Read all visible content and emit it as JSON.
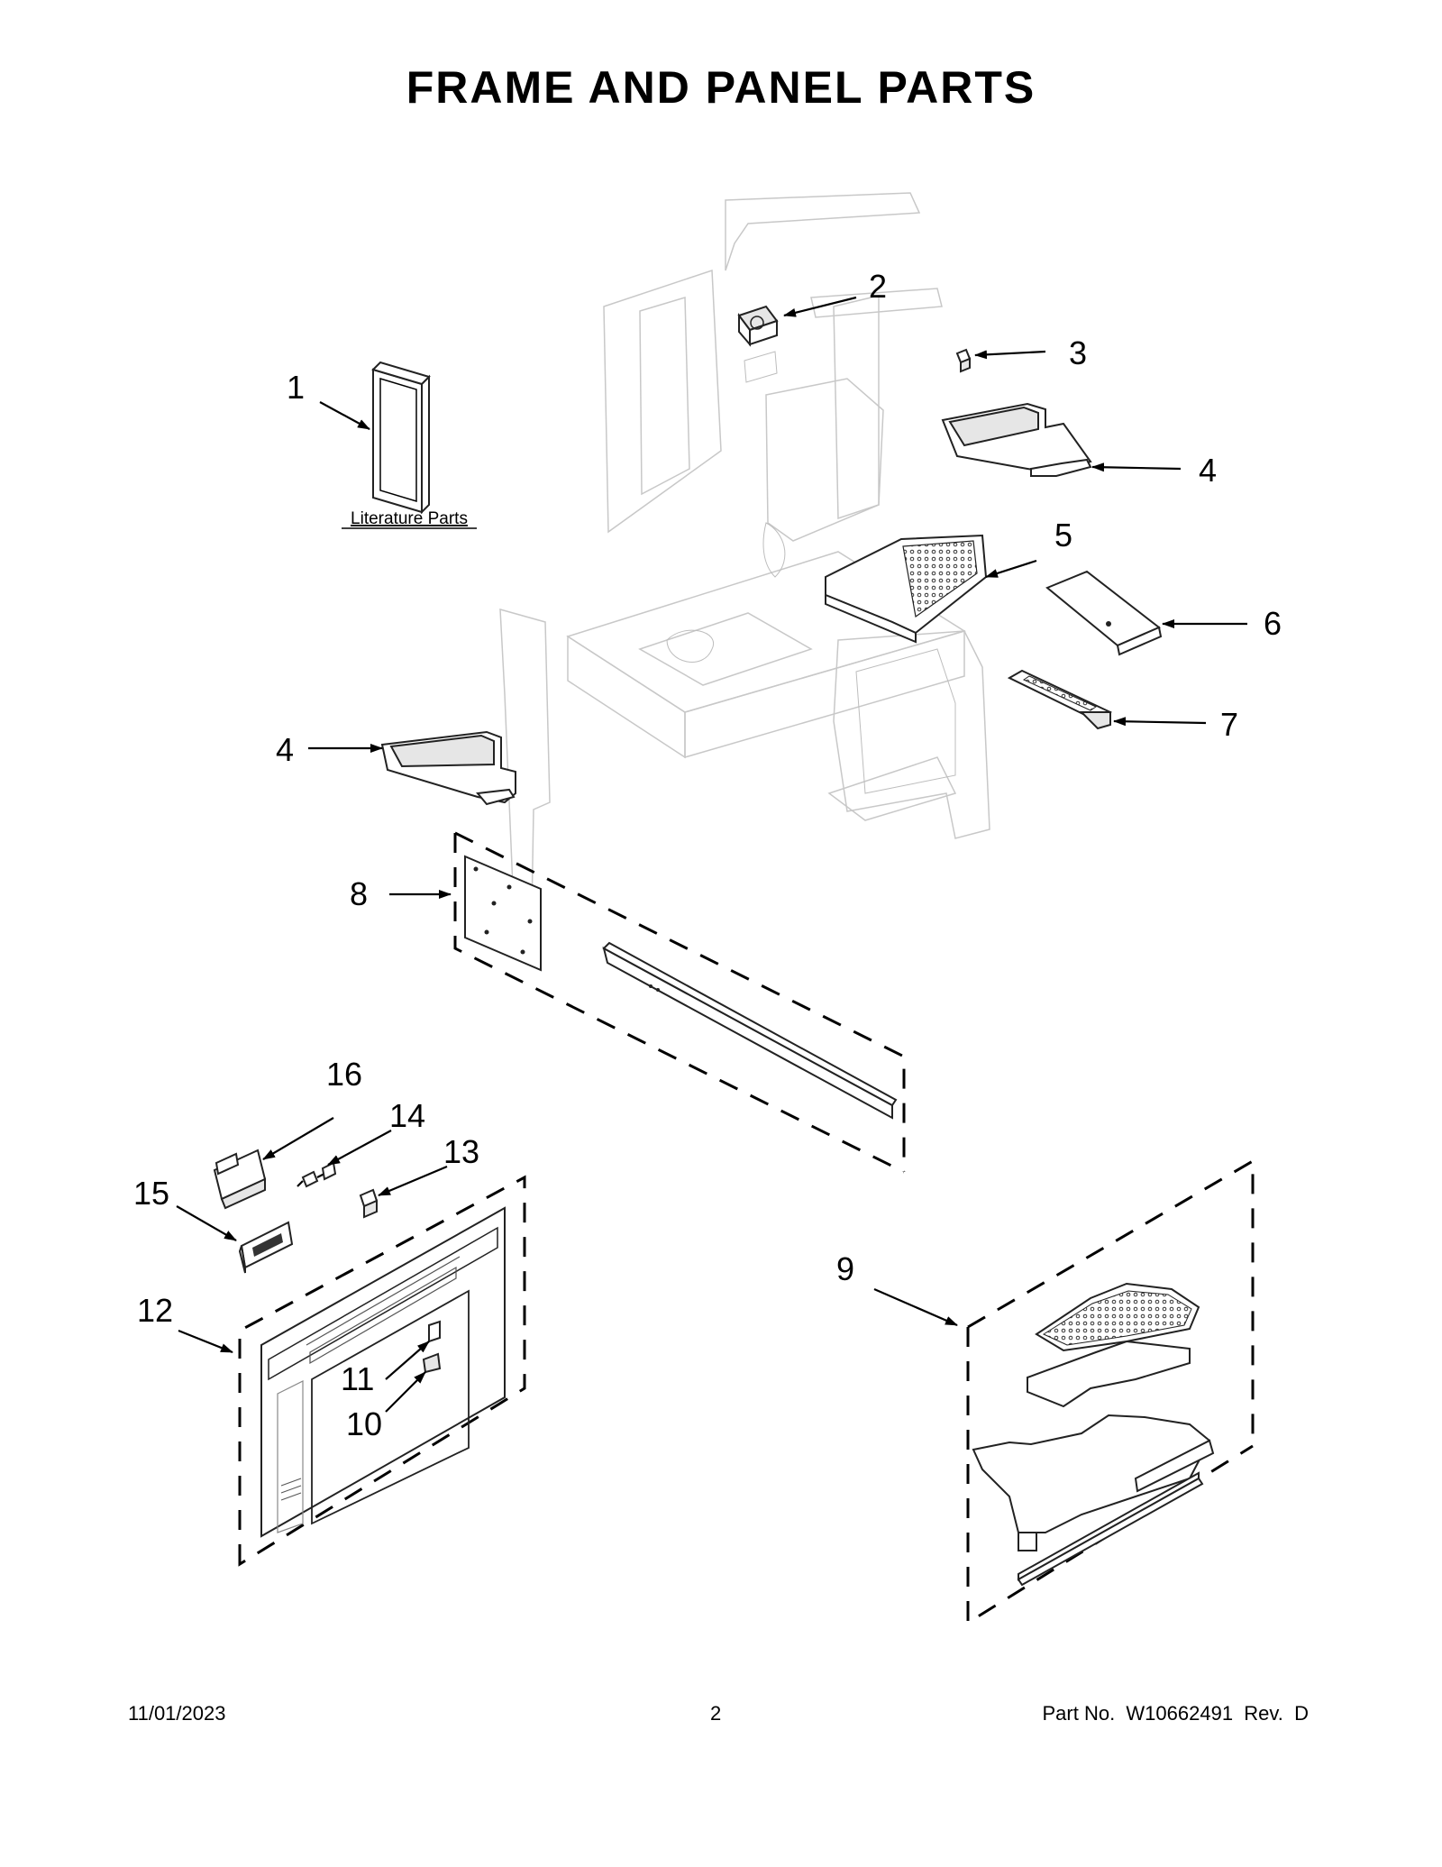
{
  "page": {
    "title": "FRAME AND PANEL PARTS",
    "literature_label": "Literature Parts"
  },
  "callouts": [
    "1",
    "2",
    "3",
    "4",
    "4",
    "5",
    "6",
    "7",
    "8",
    "9",
    "10",
    "11",
    "12",
    "13",
    "14",
    "15",
    "16"
  ],
  "footer": {
    "date": "11/01/2023",
    "page_number": "2",
    "part_number": "Part No.  W10662491  Rev.  D"
  }
}
